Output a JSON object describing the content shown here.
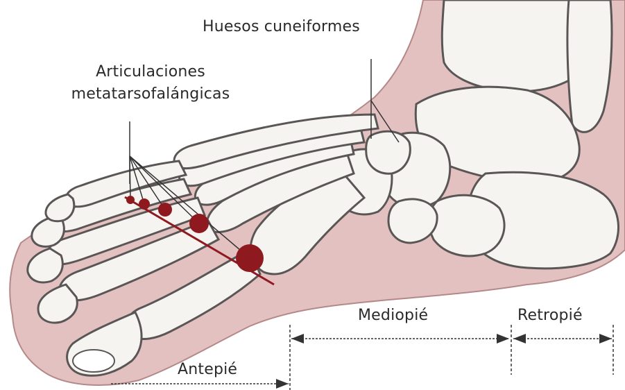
{
  "labels": {
    "cuneiform": "Huesos cuneiformes",
    "metatarso_line1": "Articulaciones",
    "metatarso_line2": "metatarsofalángicas",
    "midfoot": "Mediopié",
    "hindfoot": "Retropié",
    "forefoot": "Antepié"
  },
  "colors": {
    "skin": "#e3c1c1",
    "skin_dark": "#c99a9a",
    "bone": "#f6f4f0",
    "bone_outline": "#5a5656",
    "joint_marker": "#8e1a1f",
    "line": "#333333"
  }
}
